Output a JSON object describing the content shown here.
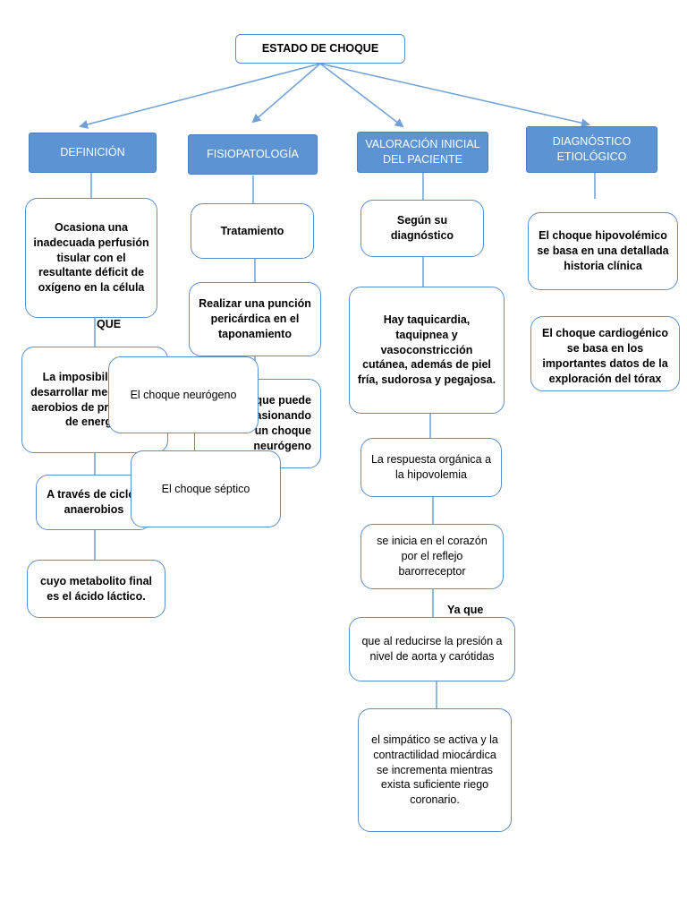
{
  "title": "ESTADO DE CHOQUE",
  "headers": {
    "definicion": "DEFINICIÓN",
    "fisiopatologia": "FISIOPATOLOGÍA",
    "valoracion": "VALORACIÓN INICIAL DEL PACIENTE",
    "diagnostico": "DIAGNÓSTICO ETIOLÓGICO"
  },
  "definicion": {
    "n1": "Ocasiona una inadecuada perfusión tisular con el resultante déficit de oxígeno en la célula",
    "connector": "QUE",
    "n2": "La imposibilidad de desarrollar mecanismos aerobios de producción de energía.",
    "n3": "A través de ciclos anaerobios",
    "n4": "cuyo metabolito final es el ácido láctico."
  },
  "fisiopatologia": {
    "n1": "Tratamiento",
    "n2": "Realizar una punción pericárdica en el taponamiento",
    "n3": "El dolor que puede estar ocasionando un choque neurógeno"
  },
  "overlays": {
    "neurogeno": "El choque neurógeno",
    "septico": "El choque séptico"
  },
  "valoracion": {
    "n1": "Según su diagnóstico",
    "n2": "Hay taquicardia, taquipnea y vasoconstricción cutánea, además de piel fría, sudorosa y pegajosa.",
    "n3": "La respuesta orgánica a la hipovolemia",
    "n4": "se inicia en el corazón por el reflejo barorreceptor",
    "connector": "Ya que",
    "n5": "que al reducirse la presión a nivel de aorta y carótidas",
    "n6": "el simpático se activa y la contractilidad miocárdica se incrementa mientras exista suficiente riego coronario."
  },
  "diagnostico": {
    "n1": "El choque hipovolémico se basa en una detallada historia clínica",
    "n2": "El choque cardiogénico se basa en los importantes datos de la exploración del tórax"
  },
  "colors": {
    "header_fill": "#5b93d3",
    "border": "#5b8fc9",
    "line": "#6fa0d6"
  }
}
